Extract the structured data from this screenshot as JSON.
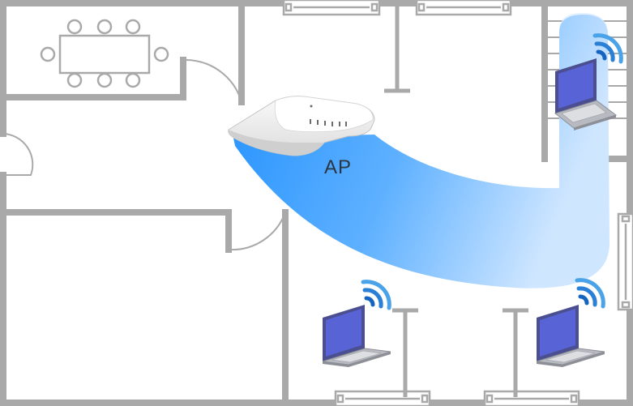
{
  "diagram": {
    "access_point": {
      "label": "AP"
    },
    "devices": [
      {
        "name": "laptop-stairwell"
      },
      {
        "name": "laptop-bottom-left"
      },
      {
        "name": "laptop-bottom-right"
      }
    ],
    "colors": {
      "wall": "#a9a9a9",
      "beam_start": "#1f8fff",
      "beam_end": "#cfe6ff",
      "laptop_screen": "#5560d6",
      "laptop_body": "#8c8f96",
      "wifi": "#1565c0",
      "wifi_light": "#4aa3e8"
    }
  }
}
